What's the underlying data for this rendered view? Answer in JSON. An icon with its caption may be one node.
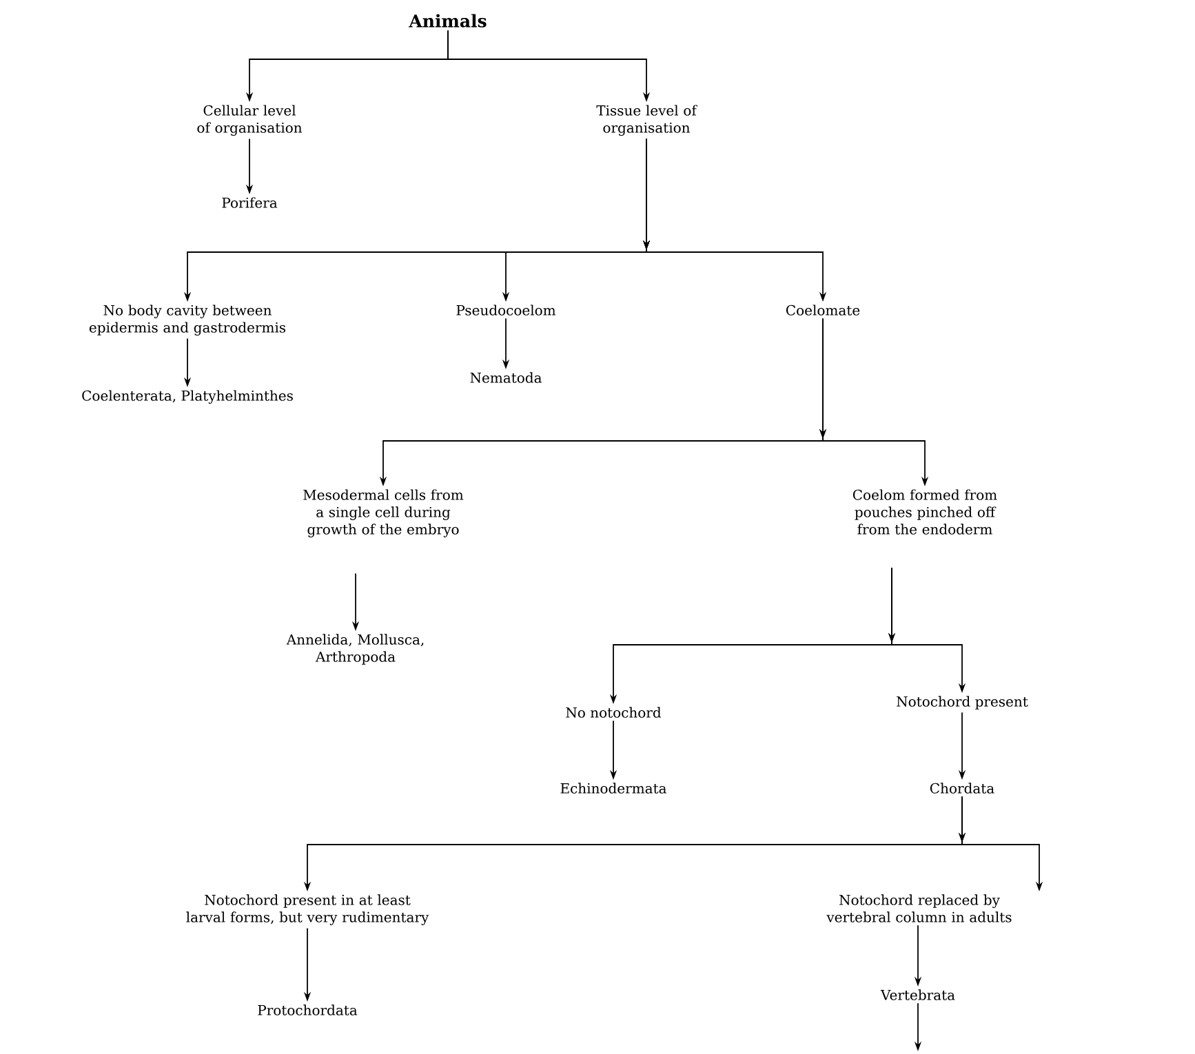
{
  "diagram": {
    "nodes": [
      {
        "text": [
          "Animals"
        ]
      },
      {
        "text": [
          "Cellular level of organisation"
        ]
      },
      {
        "text": [
          "Tissue level of organisation"
        ]
      },
      {
        "text": [
          "Porifera"
        ]
      },
      {
        "text": [
          "No body cavity between epidermis and gastrodermis"
        ]
      },
      {
        "text": [
          "Pseudocoelom"
        ]
      },
      {
        "text": [
          "Coelomate"
        ]
      },
      {
        "text": [
          "Coelenterata, Platyhelminthes"
        ]
      },
      {
        "text": [
          "Nematoda"
        ]
      },
      {
        "text": [
          "Mesodermal cells from a single cell during growth of the embryo"
        ]
      },
      {
        "text": [
          "Coelom formed from pouches pinched off from the endoderm"
        ]
      },
      {
        "text": [
          "Annelida, Mollusca, Arthropoda"
        ]
      },
      {
        "text": [
          "No notochord"
        ]
      },
      {
        "text": [
          "Notochord present"
        ]
      },
      {
        "text": [
          "Echinodermata"
        ]
      },
      {
        "text": [
          "Chordata"
        ]
      },
      {
        "text": [
          "Notochord present in at least larval forms, but very rudimentary"
        ]
      },
      {
        "text": [
          "Notochord replaced by vertebral column in adults"
        ]
      },
      {
        "text": [
          "Protochordata"
        ]
      },
      {
        "text": [
          "Vertebrata"
        ]
      }
    ],
    "edges": [
      {
        "from": 0,
        "to": 1,
        "arrow": "to"
      },
      {
        "from": 0,
        "to": 2,
        "arrow": "to"
      },
      {
        "from": 1,
        "to": 3,
        "arrow": "to"
      },
      {
        "from": 2,
        "to": 4,
        "arrow": "to"
      },
      {
        "from": 2,
        "to": 5,
        "arrow": "to"
      },
      {
        "from": 2,
        "to": 6,
        "arrow": "to"
      },
      {
        "from": 4,
        "to": 7,
        "arrow": "to"
      },
      {
        "from": 5,
        "to": 8,
        "arrow": "to"
      },
      {
        "from": 6,
        "to": 9,
        "arrow": "to"
      },
      {
        "from": 6,
        "to": 10,
        "arrow": "to"
      },
      {
        "from": 9,
        "to": 11,
        "arrow": "to"
      },
      {
        "from": 10,
        "to": 12,
        "arrow": "to"
      },
      {
        "from": 10,
        "to": 13,
        "arrow": "to"
      },
      {
        "from": 12,
        "to": 14,
        "arrow": "to"
      },
      {
        "from": 13,
        "to": 15,
        "arrow": "to"
      },
      {
        "from": 15,
        "to": 16,
        "arrow": "to"
      },
      {
        "from": 15,
        "to": 17,
        "arrow": "to"
      },
      {
        "from": 17,
        "to": 19,
        "arrow": "to"
      },
      {
        "from": 16,
        "to": 18,
        "arrow": "to"
      },
      {
        "from": 19,
        "to": null,
        "arrow": "to"
      }
    ]
  }
}
